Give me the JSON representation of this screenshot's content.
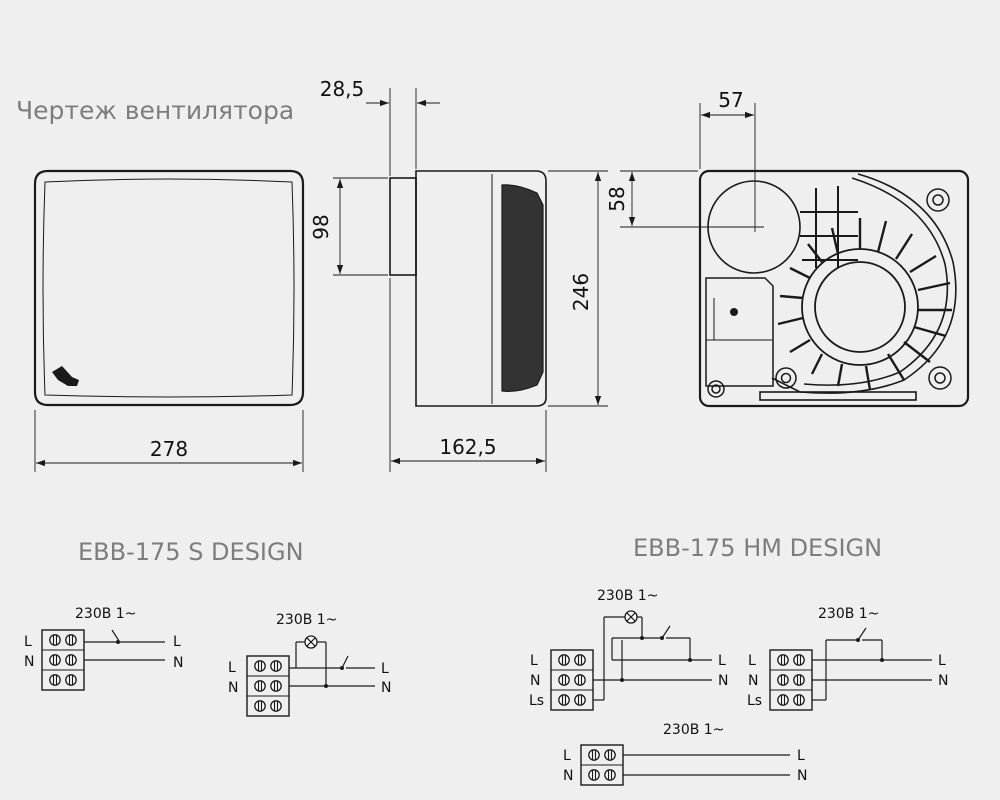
{
  "title": "Чертеж вентилятора",
  "dimensions": {
    "width_front": "278",
    "depth_total": "162,5",
    "spigot_len": "28,5",
    "spigot_dia": "98",
    "height": "246",
    "offset_x": "57",
    "offset_y": "58"
  },
  "models": {
    "s_design": "EBB-175 S DESIGN",
    "hm_design": "EBB-175 HM DESIGN"
  },
  "wiring": {
    "supply": "230В 1~",
    "L": "L",
    "N": "N",
    "Ls": "Ls"
  },
  "colors": {
    "line": "#1a1a1a",
    "label": "#7d7d7d",
    "background": "#efefef"
  }
}
